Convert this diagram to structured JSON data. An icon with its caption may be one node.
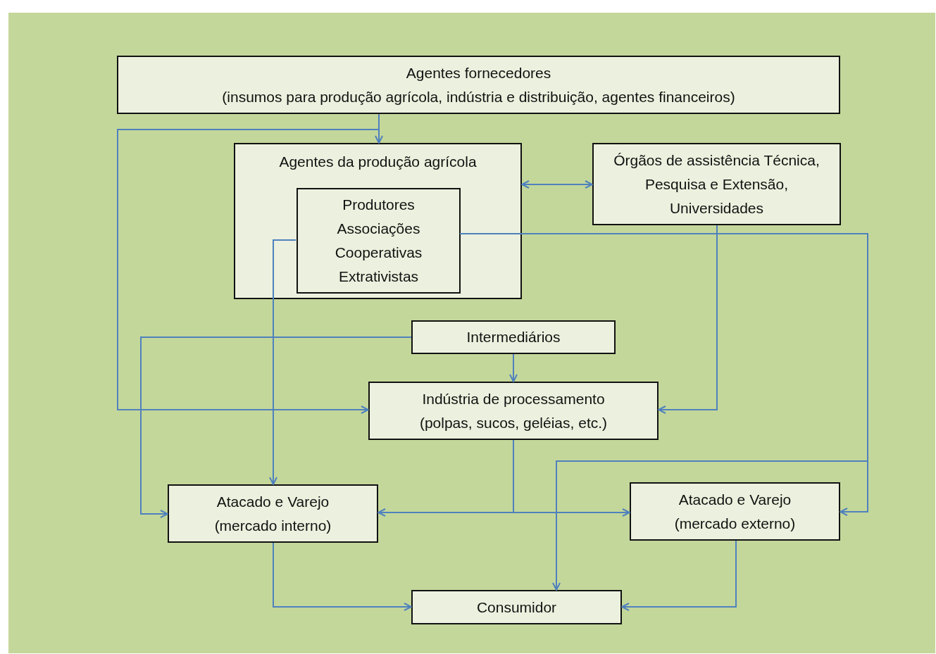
{
  "diagram": {
    "nodes": [
      {
        "text": [
          "Agentes fornecedores",
          "(insumos para produção agrícola, indústria e distribuição, agentes financeiros)"
        ]
      },
      {
        "text": [
          "Agentes da produção agrícola"
        ]
      },
      {
        "text": [
          "Produtores",
          "Associações",
          "Cooperativas",
          "Extrativistas"
        ],
        "in": 1
      },
      {
        "text": [
          "Órgãos de assistência Técnica, Pesquisa e Extensão, Universidades"
        ]
      },
      {
        "text": [
          "Intermediários"
        ]
      },
      {
        "text": [
          "Indústria de processamento",
          "(polpas, sucos, geléias, etc.)"
        ]
      },
      {
        "text": [
          "Atacado e Varejo",
          "(mercado interno)"
        ]
      },
      {
        "text": [
          "Atacado e Varejo",
          "(mercado externo)"
        ]
      },
      {
        "text": [
          "Consumidor"
        ]
      }
    ],
    "edges": [
      {
        "from": 0,
        "to": 1,
        "arrow": "to"
      },
      {
        "from": 0,
        "to": 5,
        "arrow": "to"
      },
      {
        "from": 1,
        "to": 3,
        "arrow": "both"
      },
      {
        "from": 2,
        "to": 6,
        "arrow": "to"
      },
      {
        "from": 2,
        "to": 7,
        "arrow": "to"
      },
      {
        "from": 3,
        "to": 5,
        "arrow": "to"
      },
      {
        "from": 2,
        "to": 8,
        "arrow": "to"
      },
      {
        "from": 4,
        "to": 6,
        "arrow": "to"
      },
      {
        "from": 4,
        "to": 5,
        "arrow": "to"
      },
      {
        "from": 5,
        "to": 6,
        "arrow": "to"
      },
      {
        "from": 5,
        "to": 7,
        "arrow": "to"
      },
      {
        "from": 6,
        "to": 8,
        "arrow": "to"
      },
      {
        "from": 7,
        "to": 8,
        "arrow": "to"
      }
    ]
  }
}
